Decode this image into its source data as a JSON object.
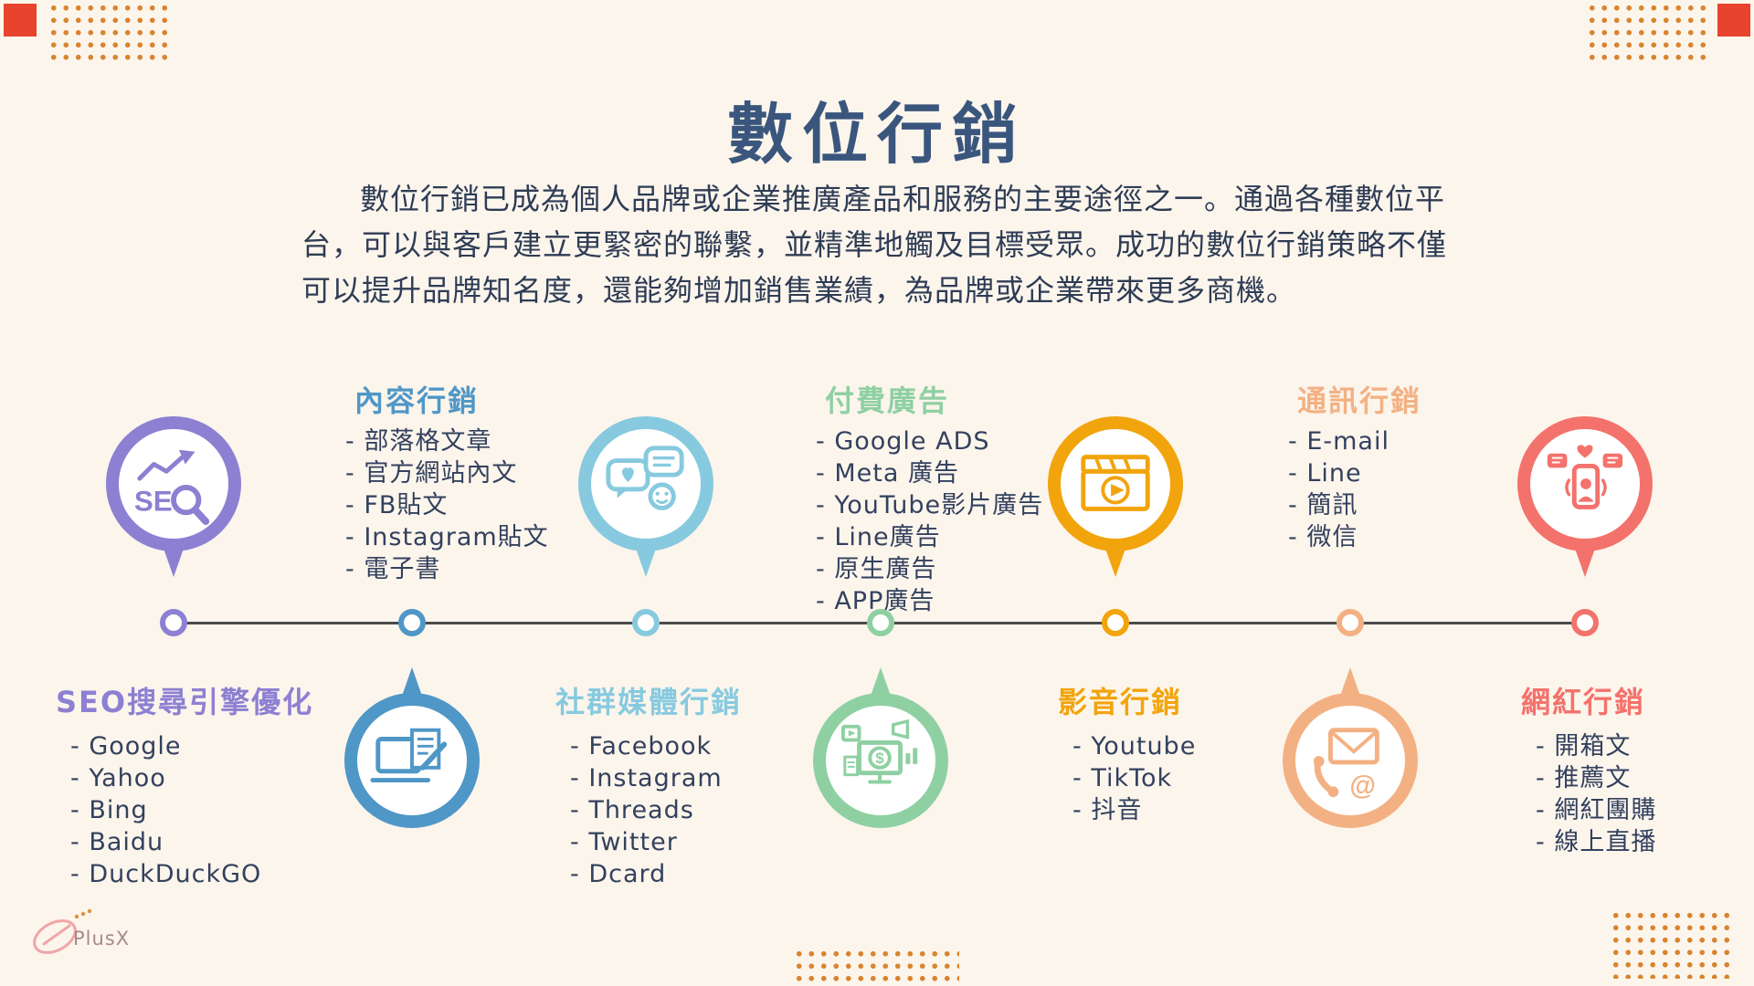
{
  "title": "數位行銷",
  "intro": "數位行銷已成為個人品牌或企業推廣產品和服務的主要途徑之一。通過各種數位平台，可以與客戶建立更緊密的聯繫，並精準地觸及目標受眾。成功的數位行銷策略不僅可以提升品牌知名度，還能夠增加銷售業績，為品牌或企業帶來更多商機。",
  "colors": {
    "background": "#fcf5ec",
    "title": "#3a567d",
    "body_text": "#2e3c55",
    "list_text": "#33415e",
    "timeline": "#4a4a4a",
    "dots": "#d9842f",
    "corner_square": "#e8432d"
  },
  "logo": {
    "text": "PlusX",
    "icon": "paperclip-scribble-icon"
  },
  "categories": [
    {
      "name": "SEO搜尋引擎優化",
      "color": "#8d80d2",
      "icon": "seo-magnifier-icon",
      "items": [
        "- Google",
        "- Yahoo",
        "- Bing",
        "- Baidu",
        "- DuckDuckGO"
      ]
    },
    {
      "name": "內容行銷",
      "color": "#4f97c7",
      "icon": "laptop-writing-icon",
      "items": [
        "- 部落格文章",
        "- 官方網站內文",
        "- FB貼文",
        "- Instagram貼文",
        "- 電子書"
      ]
    },
    {
      "name": "社群媒體行銷",
      "color": "#87cadf",
      "icon": "chat-bubbles-icon",
      "items": [
        "- Facebook",
        "- Instagram",
        "- Threads",
        "- Twitter",
        "- Dcard"
      ]
    },
    {
      "name": "付費廣告",
      "color": "#8fd0a2",
      "icon": "ads-monitor-icon",
      "items": [
        "- Google  ADS",
        "- Meta 廣告",
        "- YouTube影片廣告",
        "- Line廣告",
        "- 原生廣告",
        "- APP廣告"
      ]
    },
    {
      "name": "影音行銷",
      "color": "#f2a40c",
      "icon": "clapperboard-play-icon",
      "items": [
        "- Youtube",
        "- TikTok",
        "- 抖音"
      ]
    },
    {
      "name": "通訊行銷",
      "color": "#f3b183",
      "icon": "envelope-phone-icon",
      "items": [
        "- E-mail",
        "- Line",
        "- 簡訊",
        "- 微信"
      ]
    },
    {
      "name": "網紅行銷",
      "color": "#f4726c",
      "icon": "influencer-phone-icon",
      "items": [
        "- 開箱文",
        "- 推薦文",
        "- 網紅團購",
        "- 線上直播"
      ]
    }
  ]
}
